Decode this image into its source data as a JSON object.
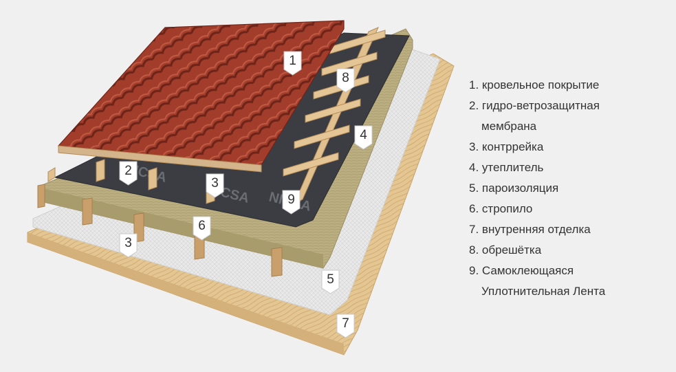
{
  "legend": [
    {
      "num": "1.",
      "lines": [
        "кровельное покрытие"
      ]
    },
    {
      "num": "2.",
      "lines": [
        "гидро-ветрозащитная",
        "мембрана"
      ]
    },
    {
      "num": "3.",
      "lines": [
        "контррейка"
      ]
    },
    {
      "num": "4.",
      "lines": [
        "утеплитель"
      ]
    },
    {
      "num": "5.",
      "lines": [
        "пароизоляция"
      ]
    },
    {
      "num": "6.",
      "lines": [
        "стропило"
      ]
    },
    {
      "num": "7.",
      "lines": [
        "внутренняя отделка"
      ]
    },
    {
      "num": "8.",
      "lines": [
        "обрешётка"
      ]
    },
    {
      "num": "9.",
      "lines": [
        "Самоклеющаяся",
        "Уплотнительная Лента"
      ]
    }
  ],
  "markers": [
    "1",
    "8",
    "4",
    "2",
    "3",
    "9",
    "6",
    "3",
    "5",
    "7"
  ],
  "membrane_print": "NICSA",
  "colors": {
    "background": "#f0f0f1",
    "tile": "#a03c2a",
    "tile_dark": "#6e2418",
    "wood": "#d9b98a",
    "wood_dark": "#b98f5c",
    "insulation": "#b8ab7e",
    "membrane": "#3a3c40",
    "vapor_barrier": "#e7e7e7",
    "inner_board": "#e4c692",
    "marker_fill": "#ffffff",
    "text": "#333333"
  }
}
